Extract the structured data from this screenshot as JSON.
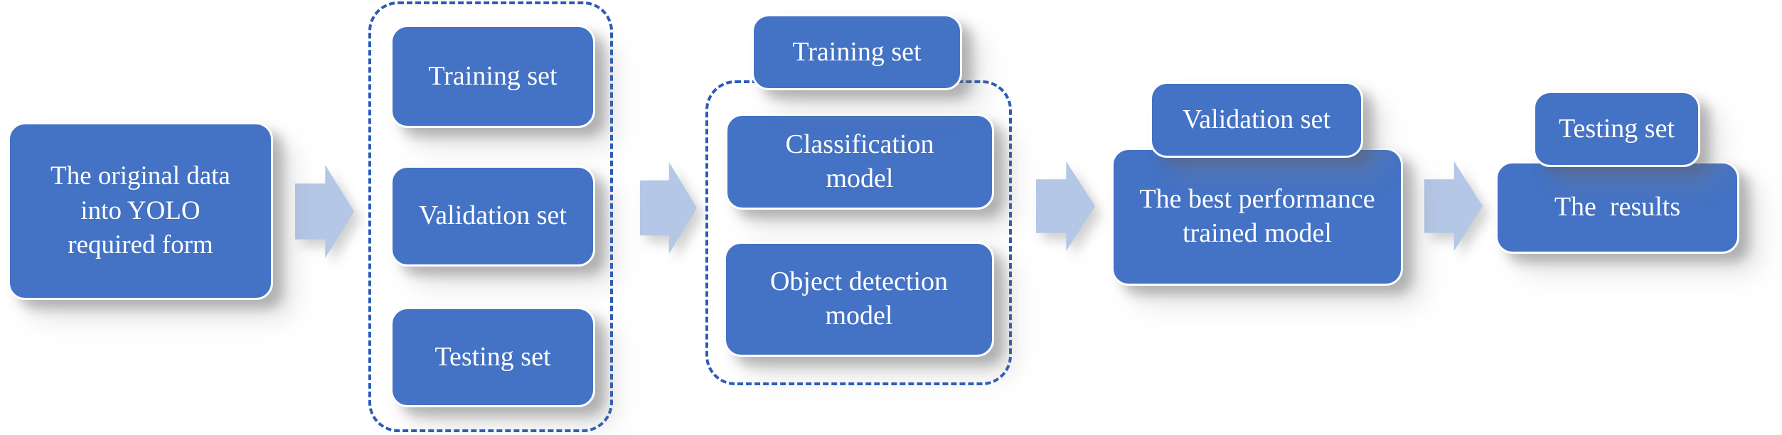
{
  "colors": {
    "node_fill": "#4472C4",
    "node_border": "#FFFFFF",
    "node_text": "#FFFFFF",
    "arrow_fill": "#B4C7E7",
    "dashed_border": "#2B5CB8",
    "background": "#FFFFFF"
  },
  "pipeline": {
    "source": {
      "label": "The original data\ninto YOLO\nrequired form"
    },
    "dataset_split": {
      "items": [
        {
          "label": "Training set"
        },
        {
          "label": "Validation set"
        },
        {
          "label": "Testing set"
        }
      ]
    },
    "training_stage": {
      "header": "Training set",
      "models": [
        {
          "label": "Classification\nmodel"
        },
        {
          "label": "Object detection\nmodel"
        }
      ]
    },
    "validation_stage": {
      "header": "Validation set",
      "box": {
        "label": "The best performance\ntrained model"
      }
    },
    "testing_stage": {
      "header": "Testing set",
      "box": {
        "label": "The  results"
      }
    }
  }
}
